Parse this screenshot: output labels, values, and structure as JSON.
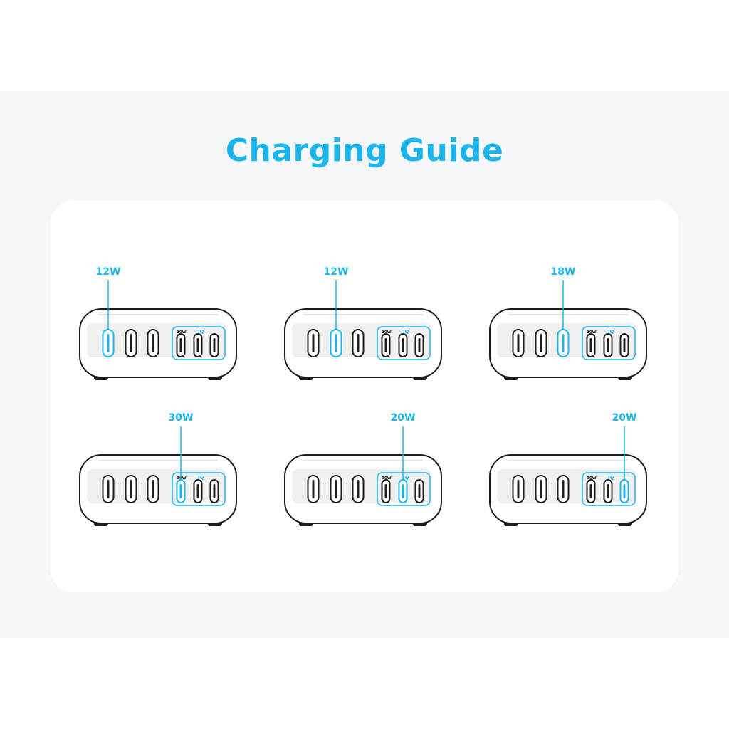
{
  "title": "Charging Guide",
  "accent_color": "#1ab5ec",
  "port_group_label": "30W",
  "port_group_brand": "IQ",
  "port_types": [
    "usb-c-large",
    "usb-c-large",
    "usb-c-large",
    "usb-c-small",
    "usb-c-small",
    "usb-c-small"
  ],
  "diagrams": [
    {
      "watts": "12W",
      "active_port": 1
    },
    {
      "watts": "12W",
      "active_port": 2
    },
    {
      "watts": "18W",
      "active_port": 3
    },
    {
      "watts": "30W",
      "active_port": 4
    },
    {
      "watts": "20W",
      "active_port": 5
    },
    {
      "watts": "20W",
      "active_port": 6
    }
  ]
}
